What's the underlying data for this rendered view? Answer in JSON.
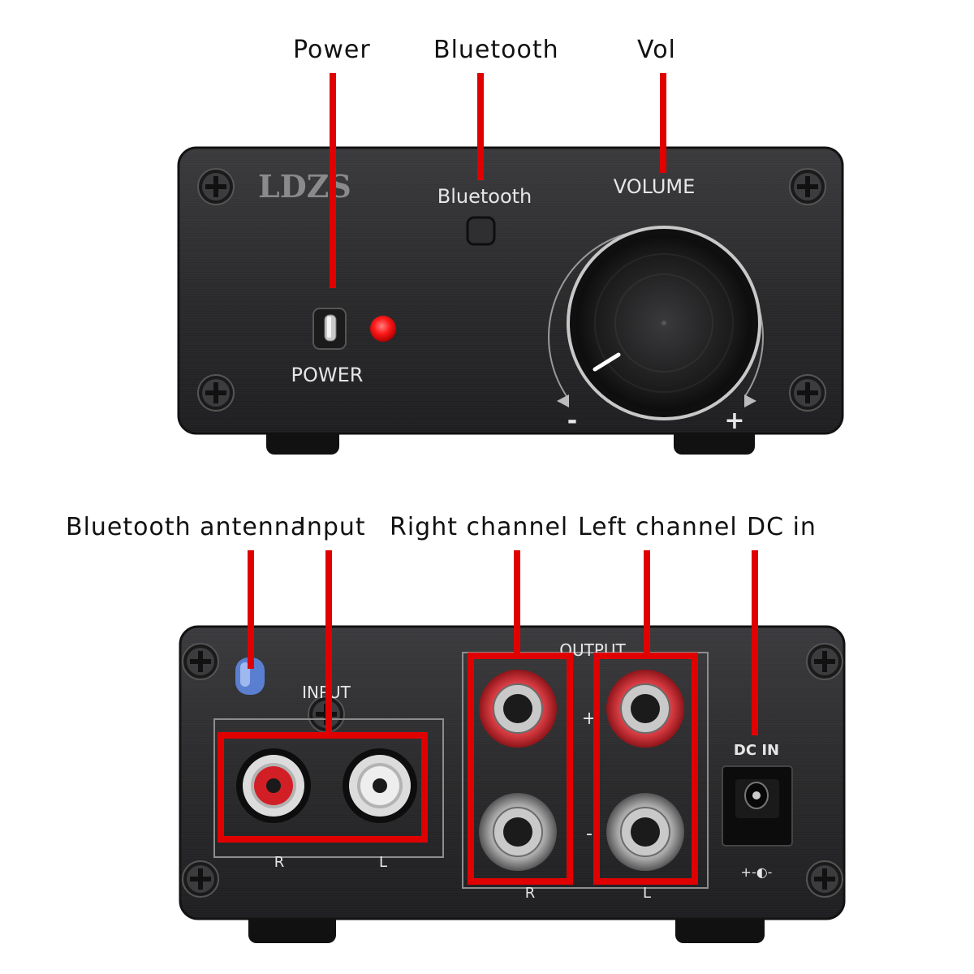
{
  "front_callouts": {
    "power": "Power",
    "bluetooth": "Bluetooth",
    "vol": "Vol"
  },
  "back_callouts": {
    "antenna": "Bluetooth antenna",
    "input": "Input",
    "right_channel": "Right channel",
    "left_channel": "Left channel",
    "dc_in": "DC in"
  },
  "front_panel": {
    "brand": "LDZS",
    "bluetooth_label": "Bluetooth",
    "volume_label": "VOLUME",
    "power_label": "POWER",
    "minus": "-",
    "plus": "+"
  },
  "back_panel": {
    "input_label": "INPUT",
    "output_label": "OUTPUT",
    "input_r": "R",
    "input_l": "L",
    "output_r": "R",
    "output_l": "L",
    "plus_sign": "+",
    "minus_sign": "-",
    "dc_label": "DC IN",
    "polarity": "+-◐-"
  },
  "colors": {
    "callout_line": "#e00000",
    "panel": "#2b2b2d",
    "led": "#ff1a1a",
    "rca_red": "#d21f26",
    "rca_white": "#d8d8d8"
  }
}
